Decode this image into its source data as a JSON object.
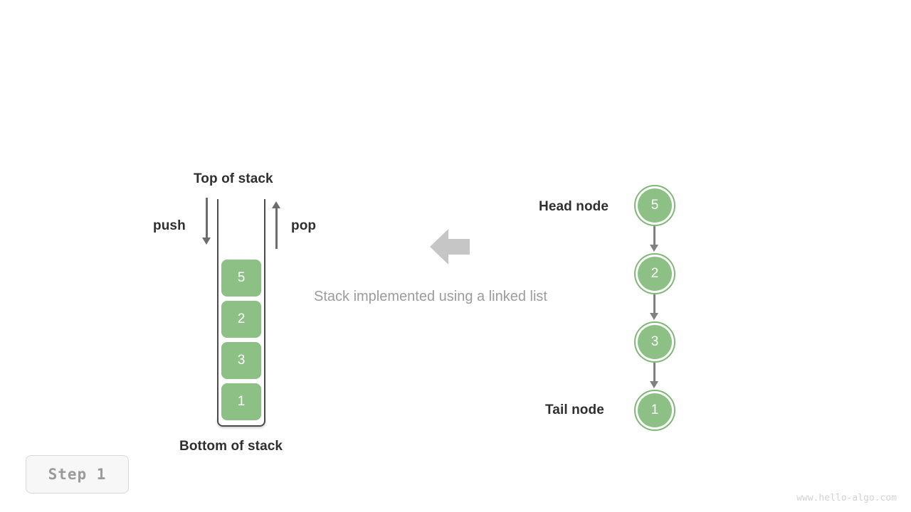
{
  "diagram": {
    "caption": "Stack implemented using a linked list",
    "step_badge": "Step  1",
    "watermark": "www.hello-algo.com",
    "colors": {
      "node_fill": "#8cc084",
      "node_ring": "#7fb876",
      "arrow_gray": "#6d6d6d",
      "link_gray": "#808080",
      "transform_arrow": "#c6c6c6",
      "label_text": "#2f2f2f",
      "caption_text": "#9b9b9b",
      "badge_text": "#9a9a9a",
      "watermark_text": "#d2d2d2",
      "background": "#ffffff",
      "wall": "#4a4a4a"
    }
  },
  "stack": {
    "top_label": "Top of stack",
    "bottom_label": "Bottom of stack",
    "push_label": "push",
    "pop_label": "pop",
    "items": [
      {
        "value": "5"
      },
      {
        "value": "2"
      },
      {
        "value": "3"
      },
      {
        "value": "1"
      }
    ]
  },
  "linked_list": {
    "head_label": "Head node",
    "tail_label": "Tail node",
    "nodes": [
      {
        "value": "5"
      },
      {
        "value": "2"
      },
      {
        "value": "3"
      },
      {
        "value": "1"
      }
    ]
  }
}
